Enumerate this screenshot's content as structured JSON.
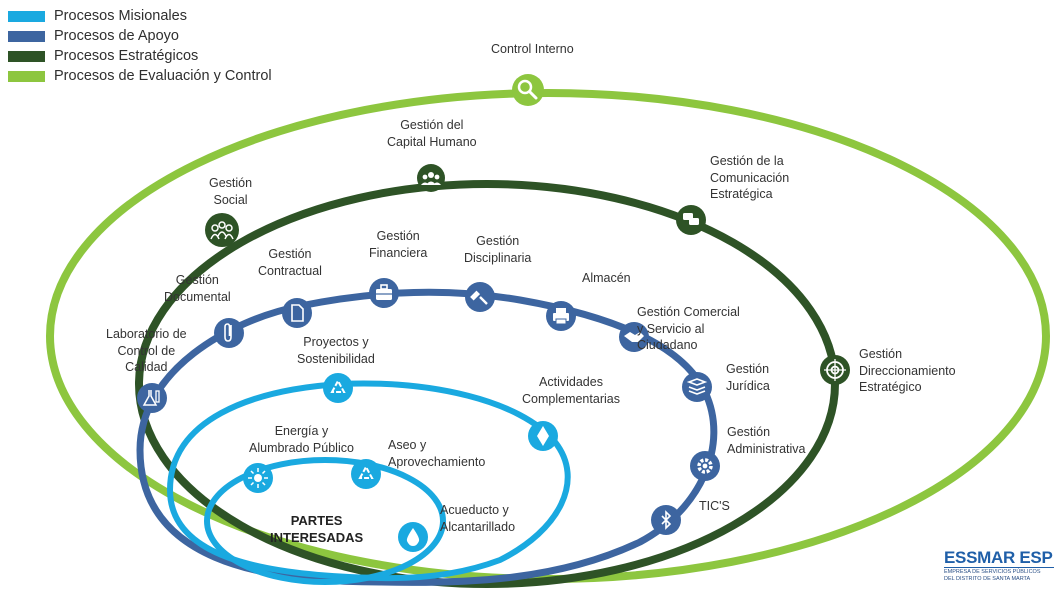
{
  "legend": [
    {
      "label": "Procesos Misionales",
      "color": "#1aa9e0"
    },
    {
      "label": "Procesos de Apoyo",
      "color": "#3d65a0"
    },
    {
      "label": "Procesos Estratégicos",
      "color": "#2e5326"
    },
    {
      "label": "Procesos de Evaluación y Control",
      "color": "#8dc63f"
    }
  ],
  "nodes": {
    "control_interno": {
      "label": "Control Interno",
      "icon": "magnifier-icon"
    },
    "capital_humano": {
      "label": "Gestión del\nCapital Humano",
      "icon": "group-icon"
    },
    "comunicacion": {
      "label": "Gestión de la\nComunicación\nEstratégica",
      "icon": "chat-bubbles-icon"
    },
    "social": {
      "label": "Gestión\nSocial",
      "icon": "people-icon"
    },
    "direccionamiento": {
      "label": "Gestión\nDireccionamiento\nEstratégico",
      "icon": "target-icon"
    },
    "contractual": {
      "label": "Gestión\nContractual",
      "icon": "document-icon"
    },
    "financiera": {
      "label": "Gestión\nFinanciera",
      "icon": "briefcase-icon"
    },
    "disciplinaria": {
      "label": "Gestión\nDisciplinaria",
      "icon": "gavel-icon"
    },
    "almacen": {
      "label": "Almacén",
      "icon": "printer-icon"
    },
    "documental": {
      "label": "Gestión\nDocumental",
      "icon": "paperclip-icon"
    },
    "comercial": {
      "label": "Gestión Comercial\ny Servicio al\nCiudadano",
      "icon": "handshake-icon"
    },
    "laboratorio": {
      "label": "Laboratorio de\nControl de\nCalidad",
      "icon": "lab-flask-icon"
    },
    "juridica": {
      "label": "Gestión\nJurídica",
      "icon": "books-icon"
    },
    "administrativa": {
      "label": "Gestión\nAdministrativa",
      "icon": "gear-icon"
    },
    "tics": {
      "label": "TIC'S",
      "icon": "bluetooth-icon"
    },
    "proyectos": {
      "label": "Proyectos y\nSostenibilidad",
      "icon": "recycle-icon"
    },
    "actividades": {
      "label": "Actividades\nComplementarias",
      "icon": "diamond-icon"
    },
    "energia": {
      "label": "Energía y\nAlumbrado Público",
      "icon": "sun-icon"
    },
    "aseo": {
      "label": "Aseo y\nAprovechamiento",
      "icon": "recycle-icon"
    },
    "acueducto": {
      "label": "Acueducto y\nAlcantarillado",
      "icon": "water-drop-icon"
    }
  },
  "center_label": "PARTES\nINTERESADAS",
  "logo": {
    "brand": "ESSMAR ESP",
    "brand_part1": "ESSMAR",
    "brand_part2": "ESP",
    "sub1": "EMPRESA DE SERVICIOS PÚBLICOS",
    "sub2": "DEL DISTRITO DE SANTA MARTA"
  }
}
